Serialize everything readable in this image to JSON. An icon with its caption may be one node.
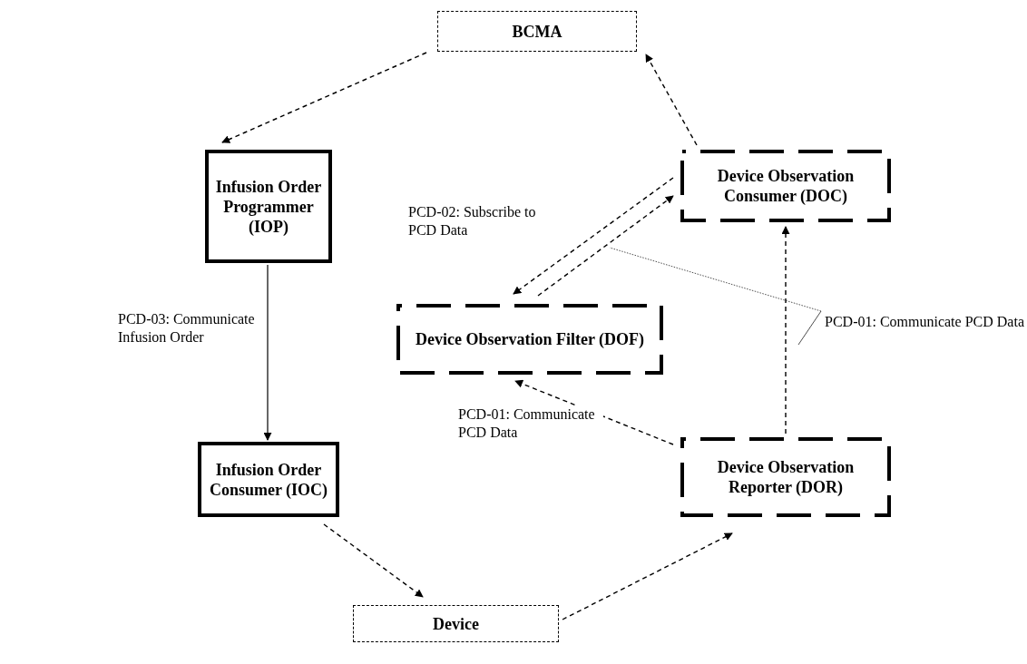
{
  "diagram": {
    "nodes": [
      {
        "text": [
          "BCMA"
        ]
      },
      {
        "text": [
          "Infusion Order Programmer (IOP)"
        ]
      },
      {
        "text": [
          "Device Observation Consumer (DOC)"
        ]
      },
      {
        "text": [
          "Device Observation Filter (DOF)"
        ]
      },
      {
        "text": [
          "Infusion Order Consumer (IOC)"
        ]
      },
      {
        "text": [
          "Device Observation Reporter (DOR)"
        ]
      },
      {
        "text": [
          "Device"
        ]
      },
      {
        "text": [
          "PCD-01: Communicate PCD Data"
        ]
      }
    ],
    "edges": [
      {
        "from": 0,
        "to": 1,
        "arrow": "to",
        "style": "dashed"
      },
      {
        "from": 2,
        "to": 0,
        "arrow": "to",
        "style": "dashed"
      },
      {
        "from": 1,
        "to": 4,
        "arrow": "to",
        "label": "PCD-03: Communicate Infusion Order"
      },
      {
        "from": 2,
        "to": 3,
        "arrow": "to",
        "style": "dashed",
        "label": "PCD-02: Subscribe to PCD Data"
      },
      {
        "from": 3,
        "to": 2,
        "arrow": "to",
        "style": "dashed"
      },
      {
        "from": 5,
        "to": 2,
        "arrow": "to",
        "style": "dashed"
      },
      {
        "from": 5,
        "to": 3,
        "arrow": "to",
        "style": "dashed",
        "label": "PCD-01: Communicate PCD Data"
      },
      {
        "from": 4,
        "to": 6,
        "arrow": "to",
        "style": "dashed"
      },
      {
        "from": 6,
        "to": 5,
        "arrow": "to",
        "style": "dashed"
      },
      {
        "from": 7,
        "to": null,
        "arrow": "none",
        "style": "dashed"
      },
      {
        "from": 7,
        "to": null,
        "arrow": "none"
      }
    ]
  }
}
